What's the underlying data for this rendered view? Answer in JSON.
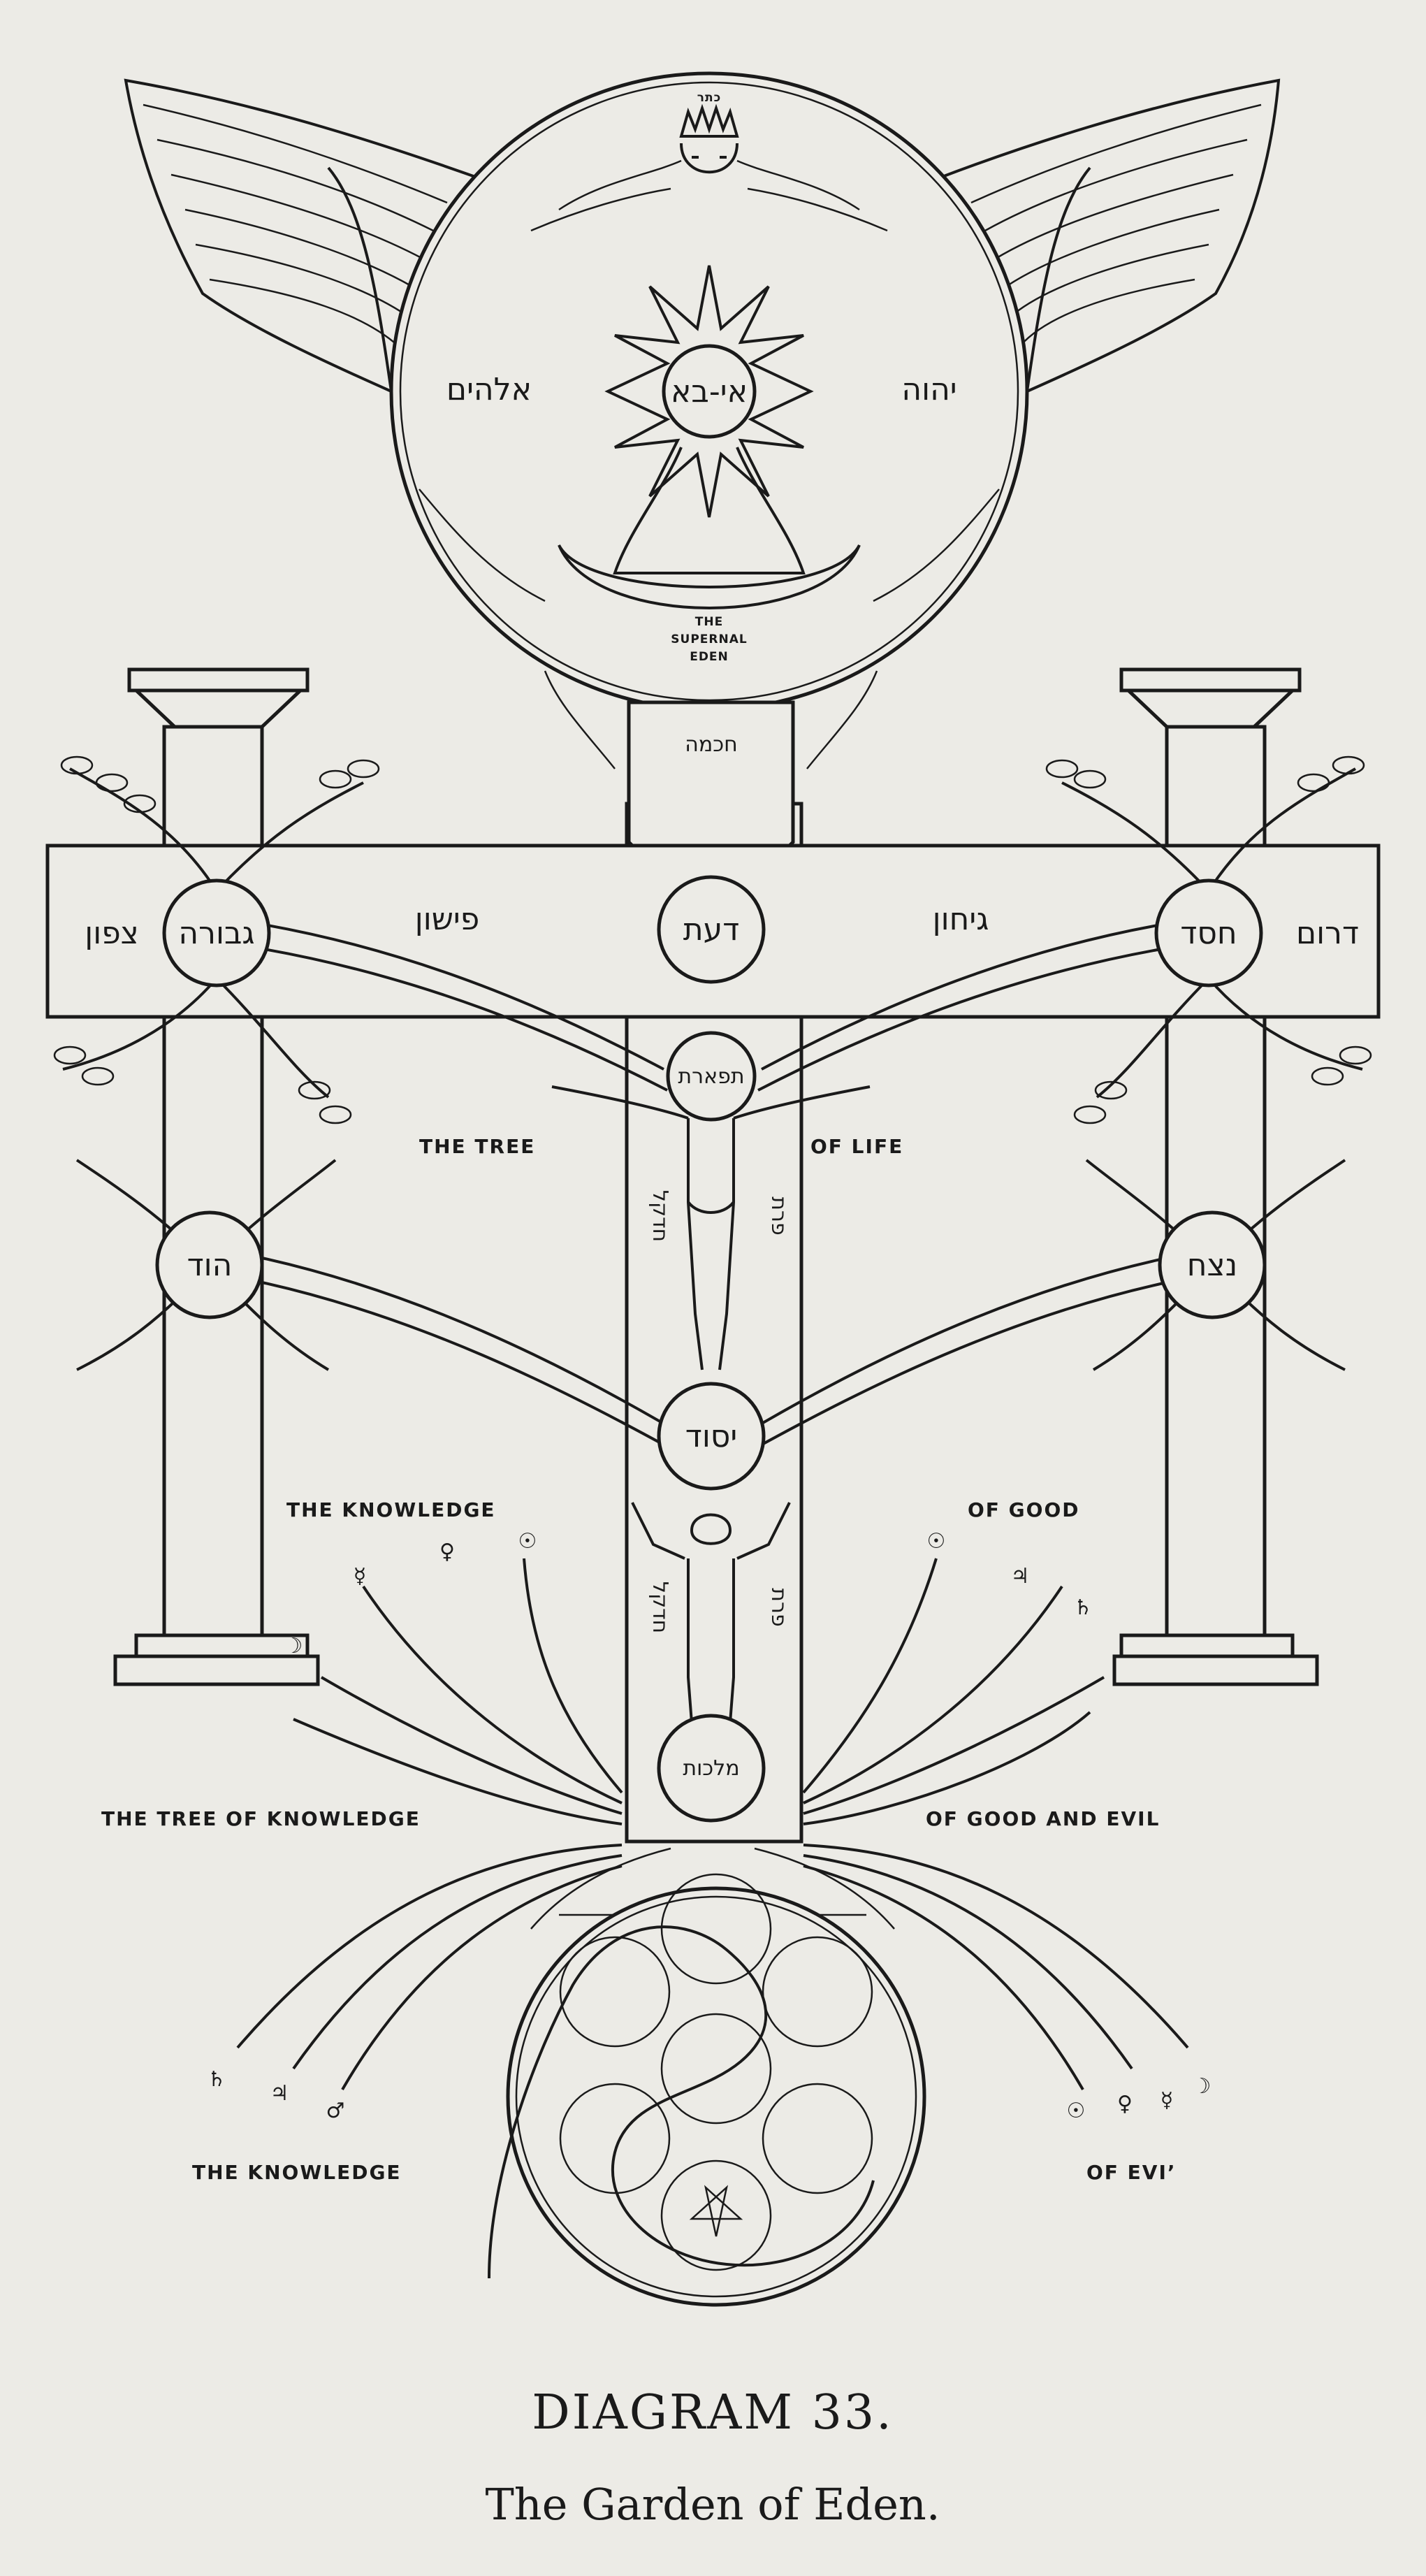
{
  "supernal": {
    "crown_text": "כתר",
    "sun_name": "אי-בא",
    "left_name": "אלהים",
    "right_name": "יהוה",
    "caption": "THE SUPERNAL EDEN"
  },
  "neck_text": "חכמה",
  "crossbar": {
    "left_outer": "צפון",
    "left_sephira": "גבורה",
    "river_left": "פישון",
    "center_sephira": "דעת",
    "river_right": "גיחון",
    "right_sephira": "חסד",
    "right_outer": "דרום"
  },
  "tiphareth": "תפארת",
  "side_sephiroth": {
    "left": "הוד",
    "right": "נצח"
  },
  "yesod": "יסוד",
  "malkuth": "מלכות",
  "trunk_left_upper": "חדקל",
  "trunk_right_upper": "פרת",
  "trunk_left_lower": "חדקל",
  "trunk_right_lower": "פרת",
  "labels": {
    "tree_of_life_left": "THE TREE",
    "tree_of_life_right": "OF LIFE",
    "knowledge_good_left": "THE KNOWLEDGE",
    "knowledge_good_right": "OF GOOD",
    "tree_knowledge_left": "THE TREE OF KNOWLEDGE",
    "tree_knowledge_right": "OF GOOD AND EVIL",
    "knowledge_evil_left": "THE KNOWLEDGE",
    "knowledge_evil_right": "OF EVI’"
  },
  "caption": {
    "title": "DIAGRAM 33.",
    "subtitle": "The Garden of Eden."
  }
}
